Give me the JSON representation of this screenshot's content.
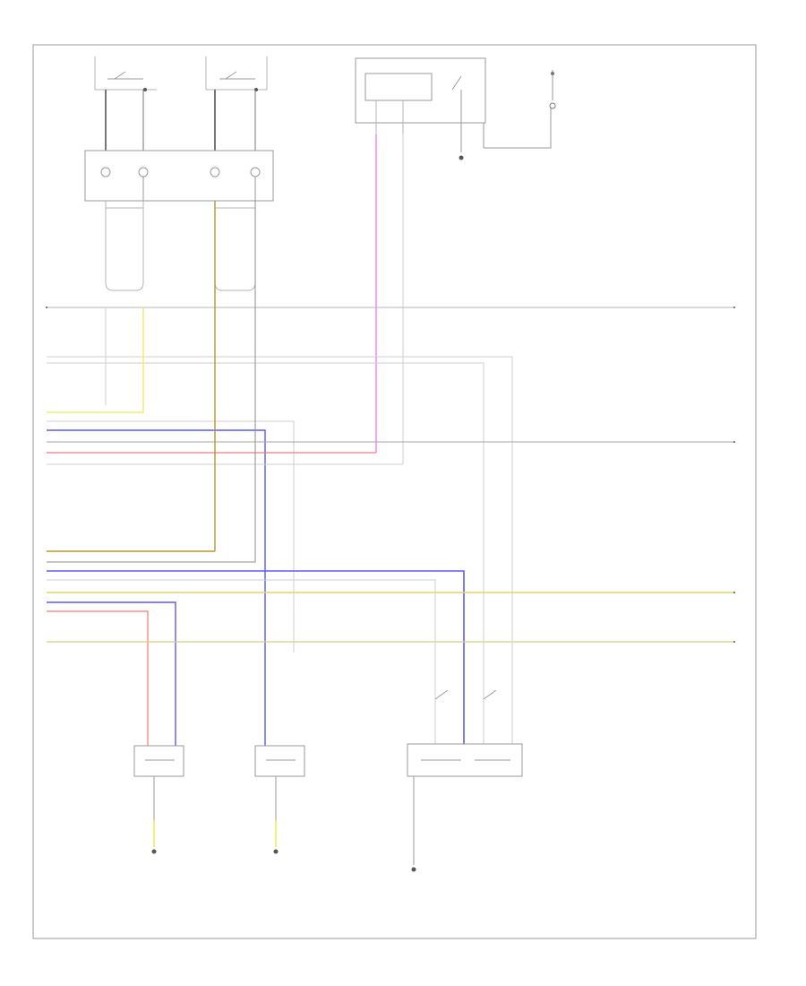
{
  "diagram": {
    "footer_code": "",
    "colors": {
      "frame": "#9a9a9a",
      "wire_default": "#b5b5b5",
      "wire_gray_dark": "#8c8c8c",
      "wire_yellow": "#f2ee6a",
      "wire_brown_yellow": "#b59a2e",
      "wire_blue": "#5b5bf0",
      "wire_pink": "#ef6aef",
      "wire_red": "#f07a7a",
      "wire_yellow_bus": "#d9cf7a",
      "ground": "#555555"
    },
    "components": [
      {
        "id": "seat-switch-left",
        "label": "",
        "type": "switch-box"
      },
      {
        "id": "seat-switch-right",
        "label": "",
        "type": "switch-box"
      },
      {
        "id": "heated-seat-module",
        "label": "",
        "type": "module"
      },
      {
        "id": "relay-box",
        "label": "",
        "type": "relay"
      },
      {
        "id": "heater-element-left",
        "label": "",
        "type": "element"
      },
      {
        "id": "heater-element-center",
        "label": "",
        "type": "element"
      },
      {
        "id": "heater-element-right",
        "label": "",
        "type": "element-dual"
      }
    ],
    "grounds": [
      {
        "id": "ground-left",
        "label": ""
      },
      {
        "id": "ground-center",
        "label": ""
      },
      {
        "id": "ground-right",
        "label": ""
      }
    ]
  }
}
